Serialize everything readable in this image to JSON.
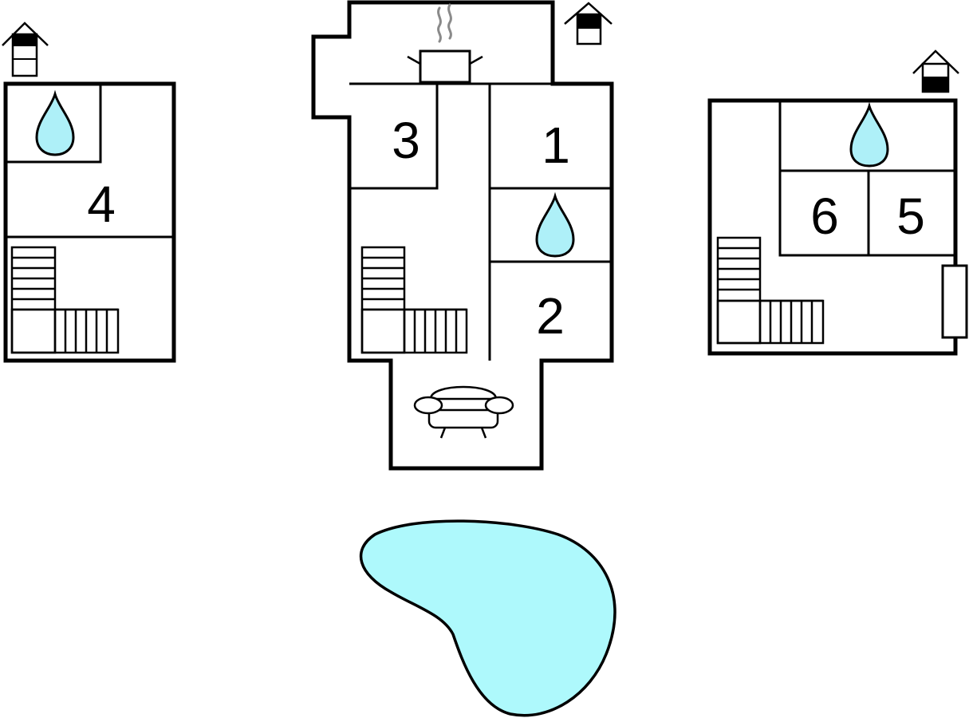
{
  "floor_plan": {
    "rooms": [
      {
        "key": "room1",
        "number": "1"
      },
      {
        "key": "room2",
        "number": "2"
      },
      {
        "key": "room3",
        "number": "3"
      },
      {
        "key": "room4",
        "number": "4"
      },
      {
        "key": "room5",
        "number": "5"
      },
      {
        "key": "room6",
        "number": "6"
      }
    ],
    "colors": {
      "water": "#aef0f8",
      "pool": "#aef9fc",
      "wall": "#000000",
      "steam": "#8a8a8a"
    },
    "icons": [
      "house-level-icon",
      "water-drop-icon",
      "cooking-pot-icon",
      "sofa-icon",
      "stairs-icon",
      "pool-icon"
    ]
  }
}
